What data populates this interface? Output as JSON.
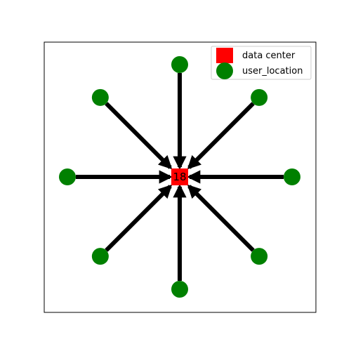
{
  "diagram": {
    "center": {
      "label": "18",
      "x": 0,
      "y": 0,
      "color": "#ff0000",
      "shape": "square"
    },
    "user_locations": [
      {
        "x": 0,
        "y": 1
      },
      {
        "x": 0.7071,
        "y": 0.7071
      },
      {
        "x": 1,
        "y": 0
      },
      {
        "x": 0.7071,
        "y": -0.7071
      },
      {
        "x": 0,
        "y": -1
      },
      {
        "x": -0.7071,
        "y": -0.7071
      },
      {
        "x": -1,
        "y": 0
      },
      {
        "x": -0.7071,
        "y": 0.7071
      }
    ],
    "user_color": "#008000",
    "edge_color": "#000000",
    "edges_direction": "user_location-to-center",
    "xlim": [
      -1.2,
      1.2
    ],
    "ylim": [
      -1.2,
      1.2
    ]
  },
  "legend": {
    "placement": "top-right",
    "items": [
      {
        "label": "data center",
        "marker": "square",
        "color": "#ff0000"
      },
      {
        "label": "user_location",
        "marker": "circle",
        "color": "#008000"
      }
    ]
  }
}
